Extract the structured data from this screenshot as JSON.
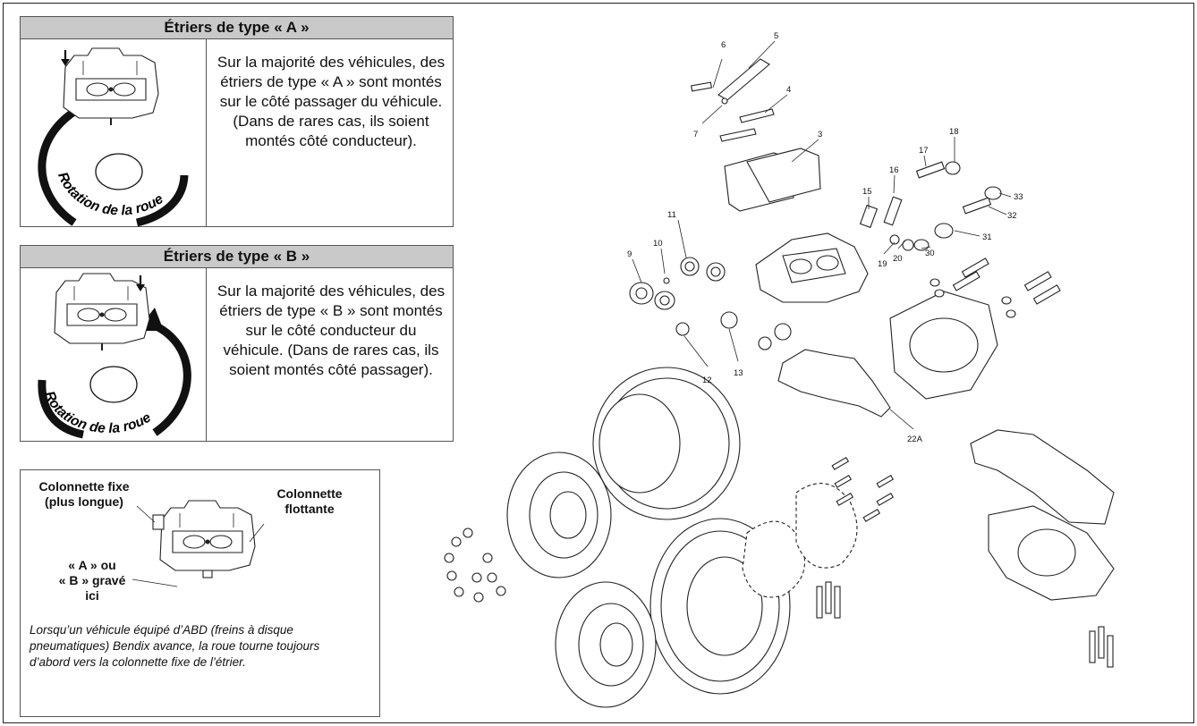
{
  "box_a": {
    "title": "Étriers de type « A »",
    "description": "Sur la majorité des véhicules, des étriers de type « A » sont montés sur le côté passager du véhicule. (Dans de rares cas, ils soient montés côté conducteur).",
    "rotation_label": "Rotation de la roue"
  },
  "box_b": {
    "title": "Étriers de type « B »",
    "description": "Sur la majorité des véhicules, des étriers de type « B » sont montés sur le côté conducteur du véhicule. (Dans de rares cas, ils soient montés côté passager).",
    "rotation_label": "Rotation de la roue"
  },
  "legend_box": {
    "fixed_pin_line1": "Colonnette fixe",
    "fixed_pin_line2": "(plus longue)",
    "floating_pin_line1": "Colonnette",
    "floating_pin_line2": "flottante",
    "engraved_line1": "« A » ou",
    "engraved_line2": "« B » gravé",
    "engraved_line3": "ici",
    "note": "Lorsqu’un véhicule équipé d’ABD (freins à disque pneumatiques) Bendix avance, la roue tourne toujours d’abord vers la colonnette fixe de l’étrier."
  },
  "part_numbers": {
    "p3": "3",
    "p4": "4",
    "p5": "5",
    "p6": "6",
    "p7": "7",
    "p9": "9",
    "p10": "10",
    "p11": "11",
    "p12": "12",
    "p13": "13",
    "p15": "15",
    "p16": "16",
    "p17": "17",
    "p18": "18",
    "p19": "19",
    "p20": "20",
    "p22a": "22A",
    "p30": "30",
    "p31": "31",
    "p32": "32",
    "p33": "33"
  }
}
